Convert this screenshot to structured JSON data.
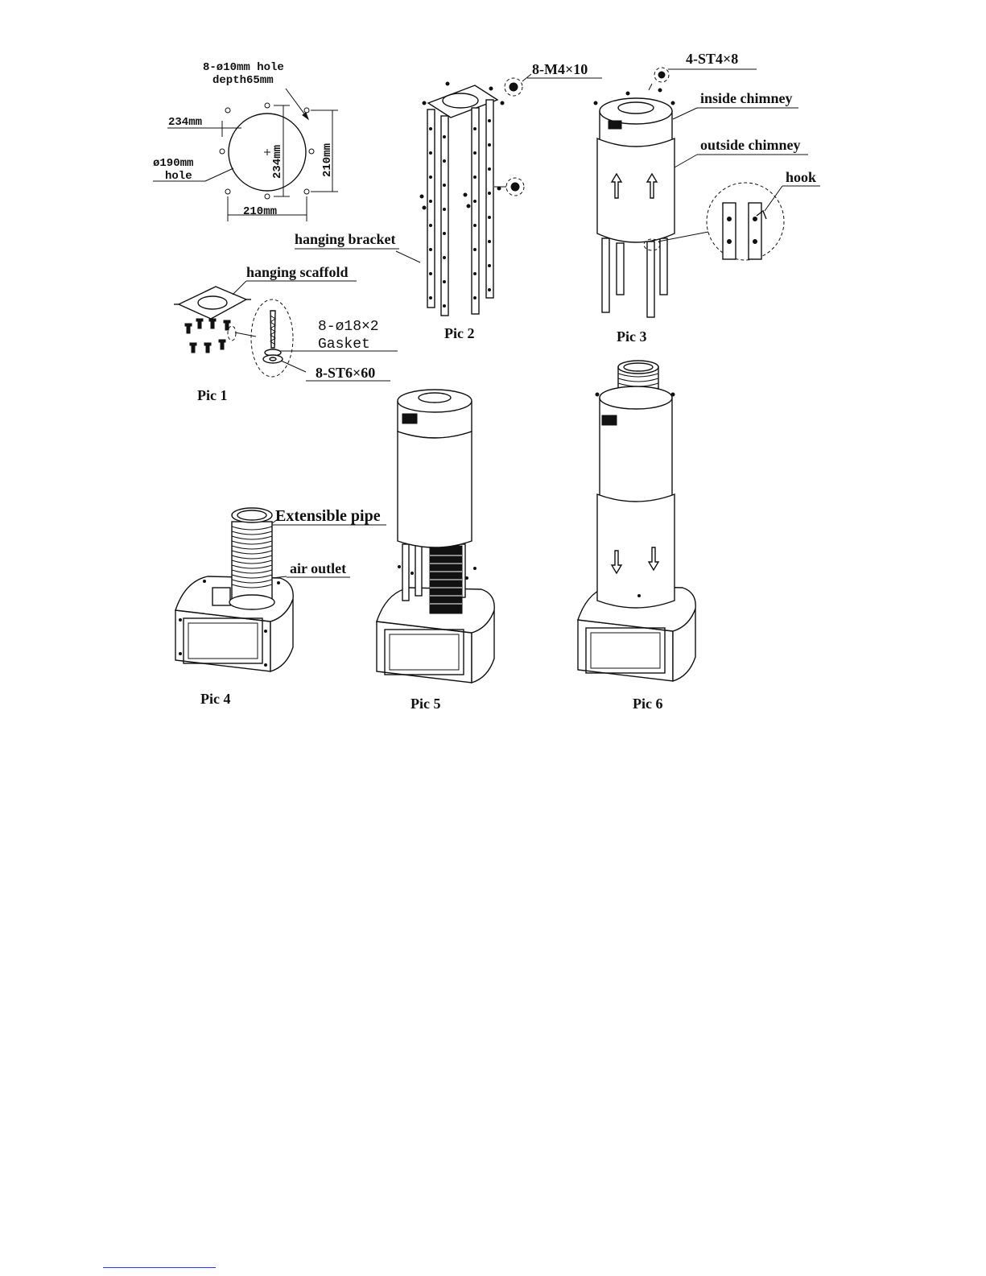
{
  "labels": {
    "hole_spec_line1": "8-ø10mm  hole",
    "hole_spec_line2": "depth65mm",
    "dim_234_h": "234mm",
    "dim_234_v": "234mm",
    "dim_210_v": "210mm",
    "dim_210_h": "210mm",
    "center_hole_line1": "ø190mm",
    "center_hole_line2": "hole",
    "hanging_scaffold": "hanging scaffold",
    "gasket_spec": "8-ø18×2",
    "gasket": "Gasket",
    "screw_st6": "8-ST6×60",
    "screw_m4": "8-M4×10",
    "hanging_bracket": "hanging bracket",
    "screw_st4": "4-ST4×8",
    "inside_chimney": "inside chimney",
    "outside_chimney": "outside chimney",
    "hook": "hook",
    "extensible_pipe": "Extensible pipe",
    "air_outlet": "air outlet"
  },
  "pictures": {
    "pic1": "Pic 1",
    "pic2": "Pic 2",
    "pic3": "Pic 3",
    "pic4": "Pic 4",
    "pic5": "Pic 5",
    "pic6": "Pic 6"
  },
  "colors": {
    "ink": "#111111",
    "paper": "#ffffff",
    "footer_link": "#3344bb"
  }
}
